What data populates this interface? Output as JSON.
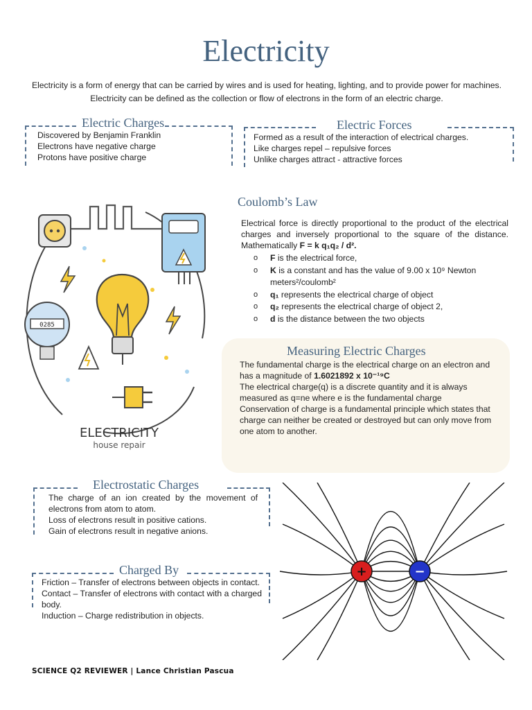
{
  "title": "Electricity",
  "intro": "Electricity is a form of energy that can be carried by wires and is used for heating, lighting, and to provide power for machines. Electricity can be defined as the collection or flow of electrons in the form of an electric charge.",
  "electric_charges": {
    "heading": "Electric Charges",
    "lines": [
      "Discovered by Benjamin Franklin",
      "Electrons have negative charge",
      "Protons have positive charge"
    ]
  },
  "electric_forces": {
    "heading": "Electric Forces",
    "lines": [
      "Formed as a result of the interaction of electrical charges.",
      "Like charges repel – repulsive forces",
      "Unlike charges attract - attractive forces"
    ]
  },
  "coulomb": {
    "heading": "Coulomb’s Law",
    "paragraph": "Electrical force is directly proportional to the product of the electrical charges and inversely proportional to the square of the distance. Mathematically",
    "formula": "F = k q₁q₂ / d².",
    "items": [
      {
        "sym": "F",
        "text": " is the electrical force,"
      },
      {
        "sym": "K",
        "text": " is a constant and has the value of 9.00 x 10⁹ Newton meters²/coulomb²"
      },
      {
        "sym": "q₁",
        "text": " represents the electrical charge of object"
      },
      {
        "sym": "q₂",
        "text": " represents the electrical charge of object 2,"
      },
      {
        "sym": "d",
        "text": " is the distance between the two objects"
      }
    ]
  },
  "illustration": {
    "caption_title": "ELECTRICITY",
    "caption_sub": "house repair",
    "meter_reading": "0285"
  },
  "measuring": {
    "heading": "Measuring Electric Charges",
    "para1_start": "The fundamental charge is the electrical charge on an electron and has a magnitude of",
    "para1_value": "1.6021892 x 10⁻¹⁹C",
    "para2": "The electrical charge(q) is a discrete quantity and it is always measured as q=ne where e is the fundamental charge",
    "para3": "Conservation of charge is a fundamental principle which states that charge can neither be created or destroyed but can only move from one atom to another."
  },
  "electrostatic": {
    "heading": "Electrostatic Charges",
    "lines": [
      "The charge of an ion created by the movement of electrons from atom to atom.",
      "Loss of electrons result in positive cations.",
      "Gain of electrons result in negative anions."
    ]
  },
  "charged_by": {
    "heading": "Charged By",
    "lines": [
      "Friction – Transfer of electrons between objects in contact.",
      "Contact – Transfer of electrons with contact with a charged body.",
      "Induction – Charge redistribution in objects."
    ]
  },
  "field_diagram": {
    "positive_label": "+",
    "negative_label": "−",
    "positive_color": "#d81e1e",
    "negative_color": "#2335c9"
  },
  "footer": "SCIENCE Q2 REVIEWER | Lance Christian Pascua"
}
